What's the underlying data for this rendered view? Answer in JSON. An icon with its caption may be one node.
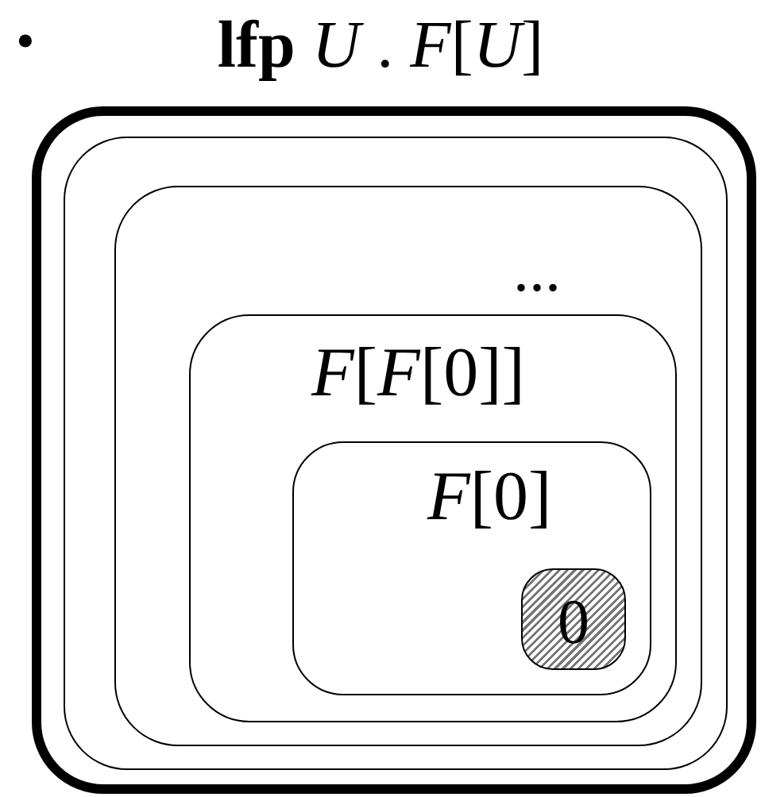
{
  "diagram": {
    "title": "**lfp** *U* . *F*[*U*]",
    "nodes": [
      {
        "text": [],
        "shape": "box"
      },
      {
        "text": [],
        "shape": "box",
        "in": 0
      },
      {
        "text": [
          "..."
        ],
        "in": 1
      },
      {
        "text": [
          "*F*[*F*[0]]"
        ],
        "in": 2
      },
      {
        "text": [
          "*F*[0]"
        ],
        "in": 3
      },
      {
        "text": [
          "0"
        ],
        "in": 4
      }
    ],
    "labels": [
      "•"
    ]
  }
}
